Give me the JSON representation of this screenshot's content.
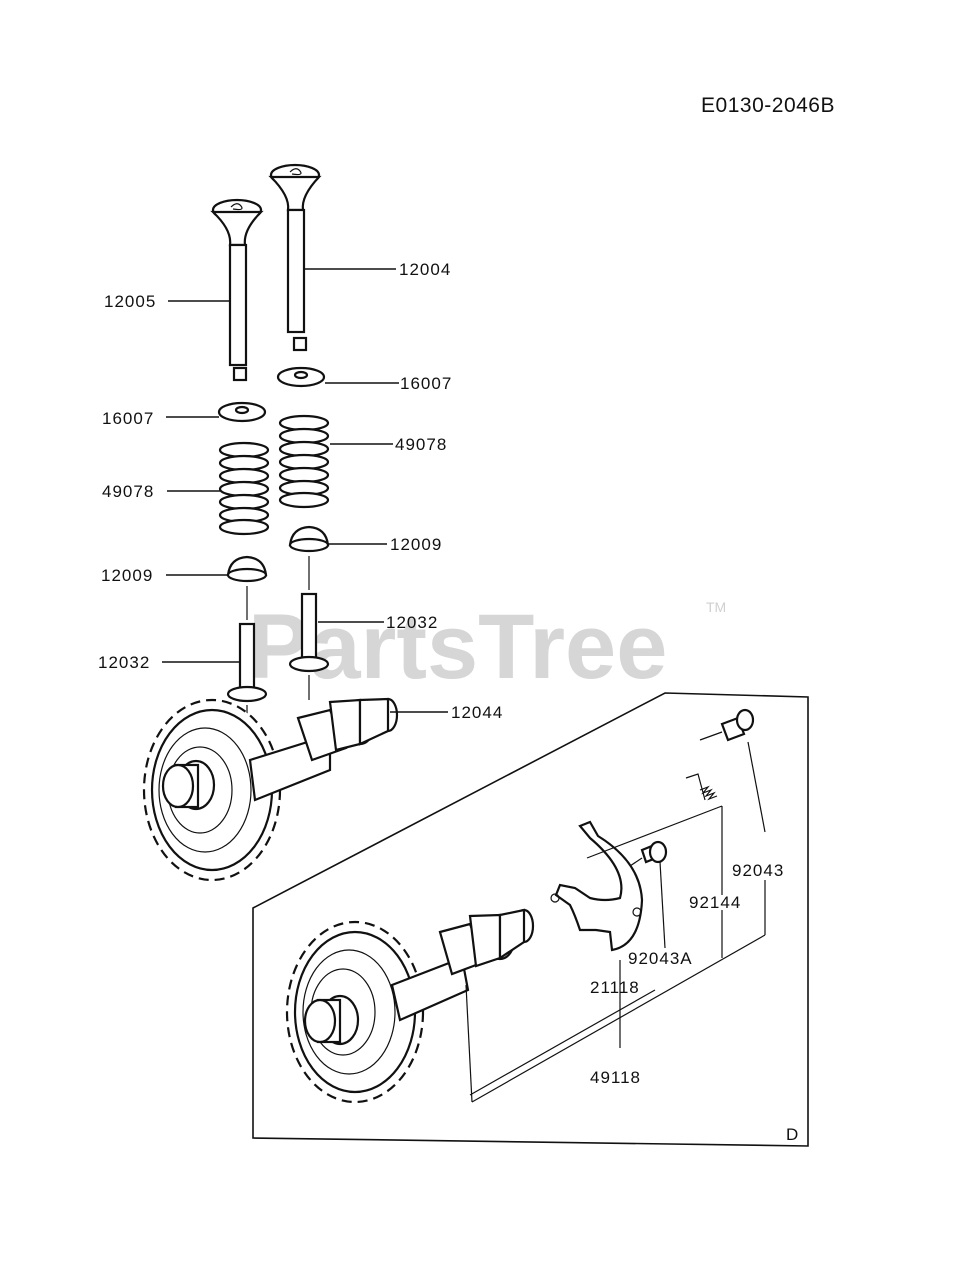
{
  "diagram_code": "E0130-2046B",
  "watermark": "PartsTree",
  "watermark_tm": "TM",
  "detail_label": "D",
  "callouts": {
    "exhaust_valve": "12005",
    "intake_valve": "12004",
    "collar_right": "16007",
    "collar_left": "16007",
    "spring_right": "49078",
    "spring_left": "49078",
    "retainer_right": "12009",
    "retainer_left": "12009",
    "tappet_right": "12032",
    "tappet_left": "12032",
    "camshaft": "12044",
    "bolt": "92043",
    "spring_small": "92144",
    "bolt_a": "92043A",
    "shaft_21118": "21118",
    "weight_49118": "49118"
  }
}
